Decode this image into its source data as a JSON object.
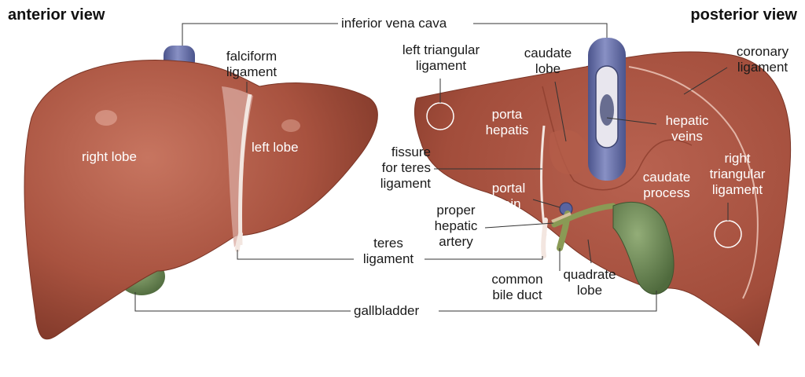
{
  "titles": {
    "anterior": "anterior view",
    "posterior": "posterior view"
  },
  "labels": {
    "inferior_vena_cava": "inferior vena cava",
    "falciform_ligament": "falciform\nligament",
    "right_lobe": "right lobe",
    "left_lobe": "left lobe",
    "teres_ligament": "teres\nligament",
    "gallbladder": "gallbladder",
    "left_triangular_ligament": "left triangular\nligament",
    "caudate_lobe": "caudate\nlobe",
    "porta_hepatis": "porta\nhepatis",
    "fissure_for_teres_ligament": "fissure\nfor teres\nligament",
    "portal_vein": "portal\nvein",
    "proper_hepatic_artery": "proper\nhepatic\nartery",
    "common_bile_duct": "common\nbile duct",
    "quadrate_lobe": "quadrate\nlobe",
    "caudate_process": "caudate\nprocess",
    "hepatic_veins": "hepatic\nveins",
    "right_triangular_ligament": "right\ntriangular\nligament",
    "coronary_ligament": "coronary\nligament"
  },
  "colors": {
    "liver": "#a8523f",
    "liver_dark": "#7d3526",
    "liver_light": "#c26a55",
    "vena_cava": "#6a75b0",
    "gallbladder": "#6e8a55",
    "ligament": "#e8d2c8",
    "leader": "#333333"
  }
}
